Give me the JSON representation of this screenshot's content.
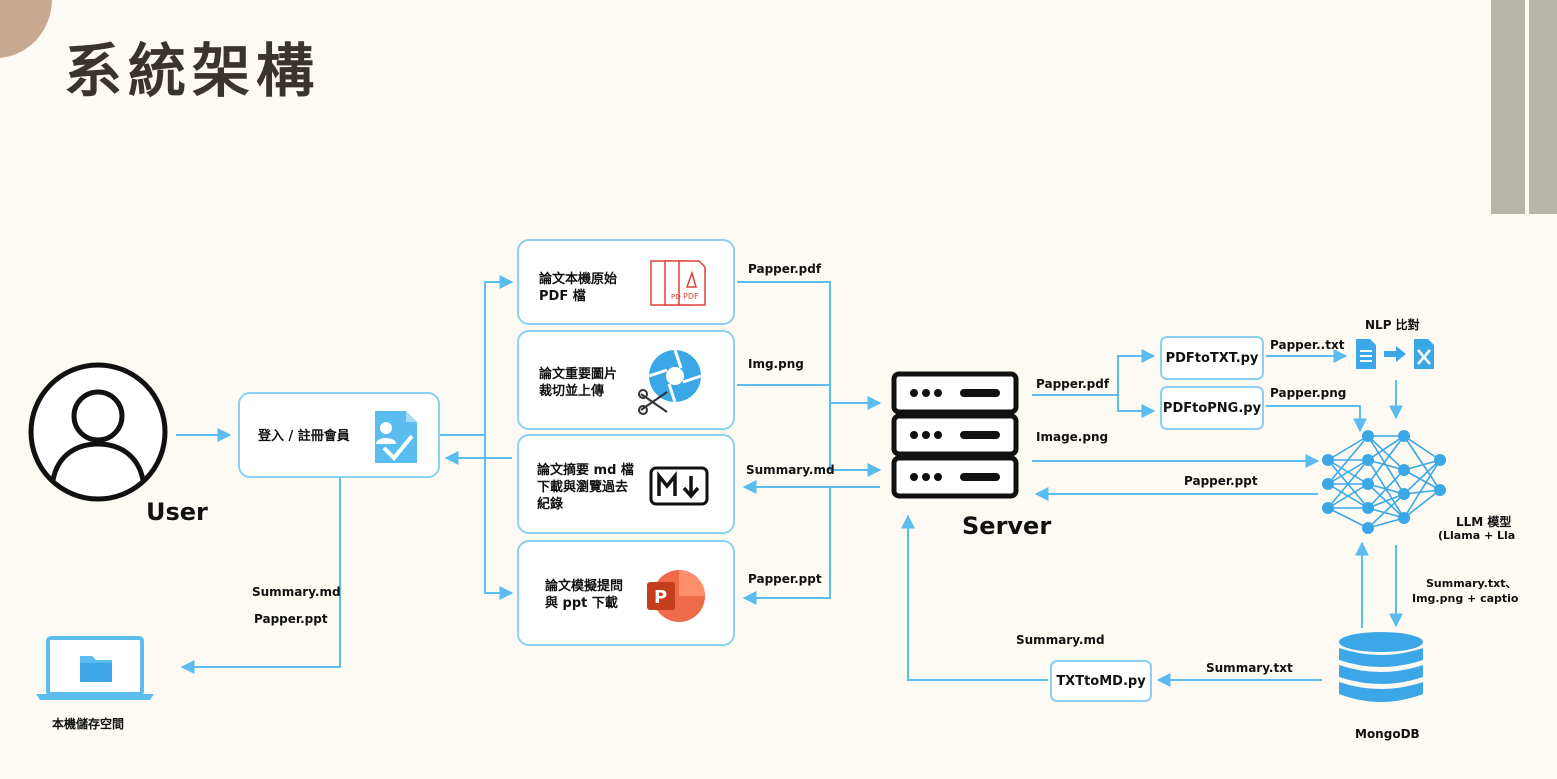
{
  "title": "系統架構",
  "colors": {
    "accent": "#5bbcf0",
    "box_border": "#8ad0f2",
    "corner": "#c9a892",
    "side_bars": "#b6b5a9",
    "background": "#fdf9f3"
  },
  "user": {
    "label": "User",
    "icon": "user-avatar-icon"
  },
  "login_box": {
    "label": "登入 / 註冊會員",
    "icon": "document-check-icon"
  },
  "storage": {
    "label": "本機儲存空間",
    "icon": "laptop-folder-icon"
  },
  "storage_files": {
    "summary": "Summary.md",
    "ppt": "Papper.ppt"
  },
  "feature_boxes": [
    {
      "label": "論文本機原始\nPDF 檔",
      "icon": "pdf-files-icon"
    },
    {
      "label": "論文重要圖片\n裁切並上傳",
      "icon": "image-crop-icon"
    },
    {
      "label": "論文摘要 md 檔\n下載與瀏覽過去\n紀錄",
      "icon": "markdown-icon"
    },
    {
      "label": "論文模擬提問\n與 ppt 下載",
      "icon": "powerpoint-icon"
    }
  ],
  "feature_flows": [
    "Papper.pdf",
    "Img.png",
    "Summary.md",
    "Papper.ppt"
  ],
  "server": {
    "label": "Server",
    "icon": "server-icon"
  },
  "server_flows": {
    "pdf": "Papper.pdf",
    "image": "Image.png",
    "ppt": "Papper.ppt",
    "summary_md": "Summary.md"
  },
  "scripts": {
    "pdf_to_txt": "PDFtoTXT.py",
    "pdf_to_png": "PDFtoPNG.py",
    "txt_to_md": "TXTtoMD.py"
  },
  "script_flows": {
    "txt": "Papper..txt",
    "png": "Papper.png",
    "summary_txt": "Summary.txt"
  },
  "nlp": {
    "label": "NLP 比對",
    "icons": [
      "document-icon",
      "arrow-right-icon",
      "document-x-icon"
    ]
  },
  "llm": {
    "label_1": "LLM 模型",
    "label_2": "(Llama + Lla",
    "icon": "neural-network-icon"
  },
  "llm_output": {
    "line_1": "Summary.txt、",
    "line_2": "Img.png + captio"
  },
  "db": {
    "label": "MongoDB",
    "icon": "database-icon"
  }
}
